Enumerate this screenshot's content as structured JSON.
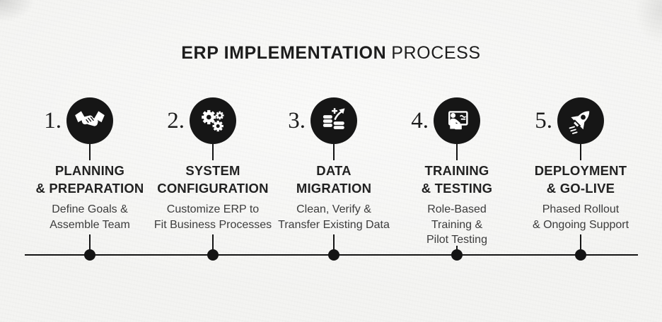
{
  "title": {
    "bold": "ERP IMPLEMENTATION",
    "light": "PROCESS"
  },
  "steps": [
    {
      "number": "1.",
      "title": "PLANNING\n& PREPARATION",
      "subtitle": "Define Goals &\nAssemble Team",
      "icon": "handshake-icon"
    },
    {
      "number": "2.",
      "title": "SYSTEM\nCONFIGURATION",
      "subtitle": "Customize ERP to\nFit Business Processes",
      "icon": "gears-icon"
    },
    {
      "number": "3.",
      "title": "DATA\nMIGRATION",
      "subtitle": "Clean, Verify &\nTransfer Existing Data",
      "icon": "data-migration-icon"
    },
    {
      "number": "4.",
      "title": "TRAINING\n& TESTING",
      "subtitle": "Role-Based\nTraining &\nPilot Testing",
      "icon": "training-presentation-icon"
    },
    {
      "number": "5.",
      "title": "DEPLOYMENT\n& GO-LIVE",
      "subtitle": "Phased Rollout\n& Ongoing Support",
      "icon": "rocket-icon"
    }
  ],
  "timeline": {
    "milestone_count": 5
  },
  "colors": {
    "background": "#f4f4f2",
    "ink": "#1d1d1d",
    "subtitle_ink": "#3c3c3c",
    "icon_bg": "#161616",
    "icon_fg": "#ffffff"
  }
}
